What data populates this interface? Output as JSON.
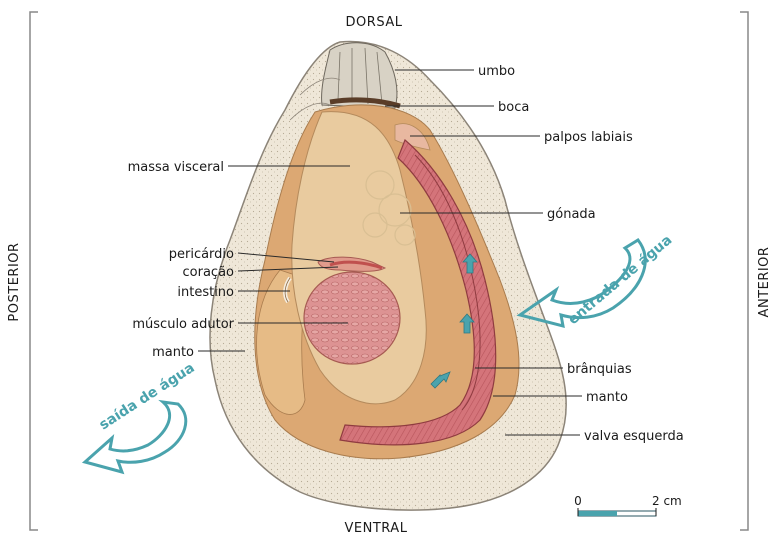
{
  "orientation": {
    "top": "DORSAL",
    "bottom": "VENTRAL",
    "left": "POSTERIOR",
    "right": "ANTERIOR"
  },
  "labels_right": {
    "umbo": "umbo",
    "boca": "boca",
    "palpos": "palpos labiais",
    "gonada": "gónada",
    "branquias": "brânquias",
    "manto": "manto",
    "valva": "valva esquerda"
  },
  "labels_left": {
    "massa": "massa visceral",
    "pericardio": "pericárdio",
    "coracao": "coração",
    "intestino": "intestino",
    "musculo": "músculo adutor",
    "manto": "manto"
  },
  "water": {
    "in": "entrada de água",
    "out": "saída de água"
  },
  "scale": {
    "start": "0",
    "end": "2 cm"
  },
  "colors": {
    "shell": "#e8dfcf",
    "shell_edge": "#8c8478",
    "mantle": "#d9a36c",
    "visceral": "#e7c79c",
    "gill": "#cf6b72",
    "muscle": "#d98a8a",
    "water_arrow": "#4aa3ad"
  }
}
